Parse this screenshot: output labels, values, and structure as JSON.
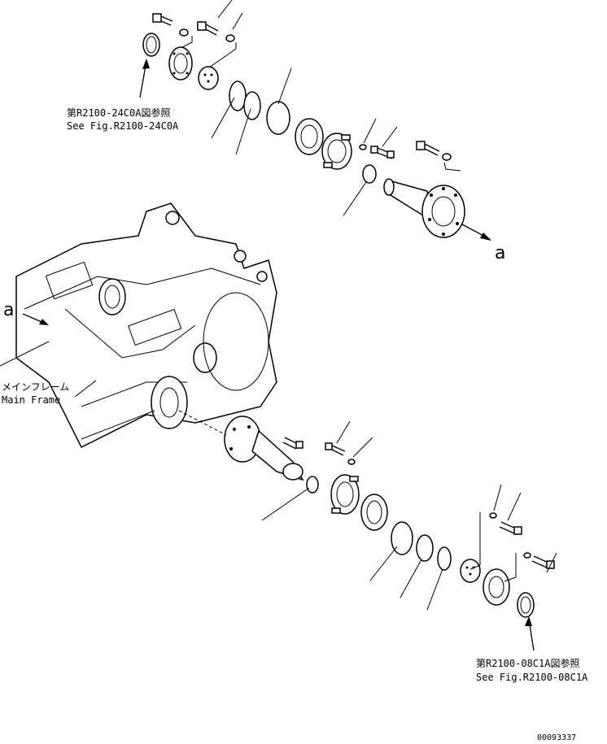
{
  "labels": {
    "top_ref_jp": "第R2100-24C0A図参照",
    "top_ref_en": "See Fig.R2100-24C0A",
    "bottom_ref_jp": "第R2100-08C1A図参照",
    "bottom_ref_en": "See Fig.R2100-08C1A",
    "main_frame_jp": "メインフレーム",
    "main_frame_en": "Main Frame",
    "callout_right": "a",
    "callout_left": "a",
    "drawing_number": "00093337"
  }
}
